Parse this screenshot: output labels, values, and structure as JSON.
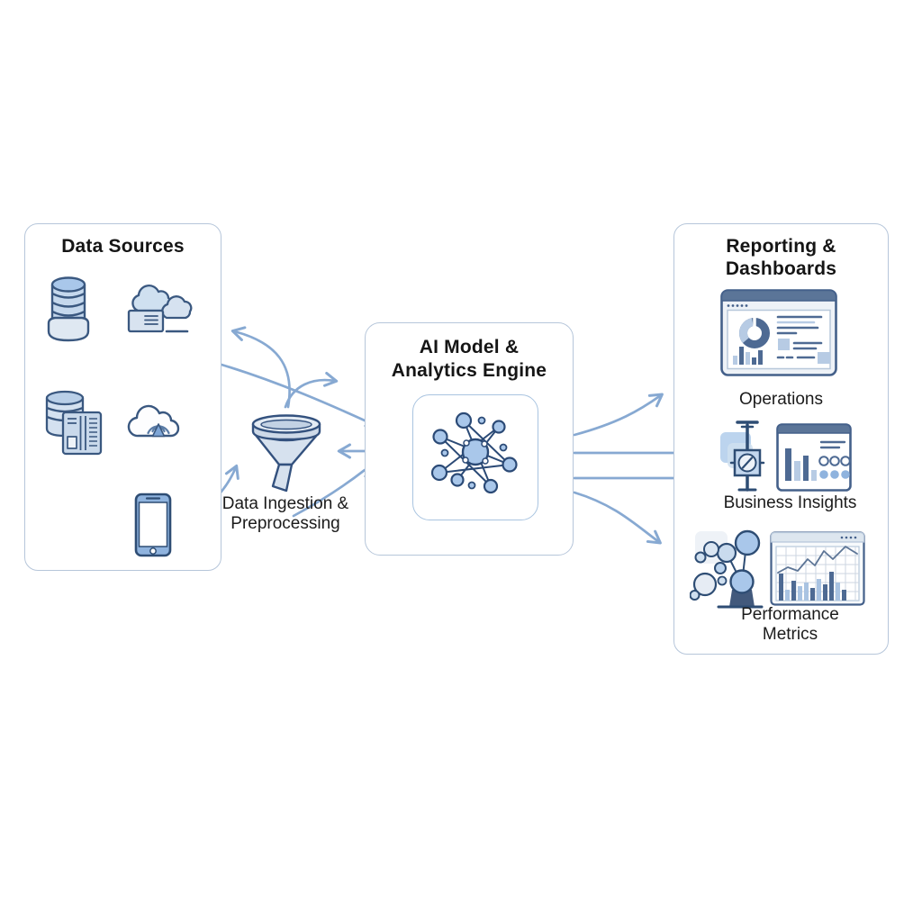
{
  "colors": {
    "background": "#ffffff",
    "box_border": "#b6c6da",
    "arrow": "#87a9d2",
    "icon_outline": "#3a5880",
    "icon_fill_light": "#cfdeef",
    "icon_fill_medium": "#a9c7ea",
    "icon_dark_slate": "#4e6a93",
    "text": "#161616"
  },
  "nodes": {
    "data_sources": {
      "title": "Data Sources",
      "icons": [
        "database-icon",
        "cloud-document-icon",
        "database-server-icon",
        "cloud-upload-icon",
        "smartphone-icon"
      ]
    },
    "ingestion": {
      "icon": "funnel-icon",
      "label_line1": "Data Ingestion &",
      "label_line2": "Preprocessing"
    },
    "ai_engine": {
      "title_line1": "AI Model &",
      "title_line2": "Analytics Engine",
      "icon": "neural-network-icon"
    },
    "reporting": {
      "title_line1": "Reporting &",
      "title_line2": "Dashboards",
      "items": [
        {
          "label": "Operations",
          "icons": [
            "dashboard-window-icon"
          ]
        },
        {
          "label": "Business Insights",
          "icons": [
            "valve-gauge-icon",
            "bar-report-window-icon"
          ]
        },
        {
          "label_line1": "Performance",
          "label_line2": "Metrics",
          "icons": [
            "bubble-cluster-icon",
            "metrics-chart-window-icon"
          ]
        }
      ]
    }
  },
  "connections": [
    {
      "from": "ingestion-funnel",
      "to": "data-sources",
      "style": "curved-arrow"
    },
    {
      "from": "data-sources",
      "to": "ai-engine",
      "style": "curved-line"
    },
    {
      "from": "ingestion-funnel",
      "to": "ai-engine",
      "style": "curved-arrow"
    },
    {
      "from": "ai-engine",
      "to": "ingestion-funnel",
      "style": "straight-arrow"
    },
    {
      "from": "smartphone",
      "to": "ingestion-funnel",
      "style": "curved-arrow"
    },
    {
      "from": "ai-engine",
      "to": "reporting-operations",
      "style": "curved-arrow"
    },
    {
      "from": "ai-engine",
      "to": "reporting-business-insights",
      "style": "straight-arrow"
    },
    {
      "from": "ai-engine",
      "to": "reporting-business-insights",
      "style": "straight-arrow"
    },
    {
      "from": "ai-engine",
      "to": "reporting-performance-metrics",
      "style": "curved-arrow"
    }
  ]
}
